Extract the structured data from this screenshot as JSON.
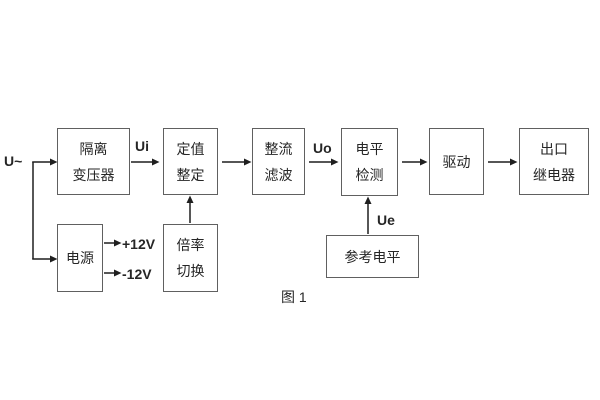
{
  "figure": {
    "caption": "图 1"
  },
  "colors": {
    "background": "#ffffff",
    "box_border": "#606060",
    "wire": "#1f1f1f",
    "text": "#262626"
  },
  "blocks": {
    "isolation_transformer": {
      "lines": [
        "隔离",
        "变压器"
      ]
    },
    "setting_adjust": {
      "lines": [
        "定值",
        "整定"
      ]
    },
    "rectify_filter": {
      "lines": [
        "整流",
        "滤波"
      ]
    },
    "level_detect": {
      "lines": [
        "电平",
        "检测"
      ]
    },
    "drive": {
      "lines": [
        "驱动"
      ]
    },
    "output_relay": {
      "lines": [
        "出口",
        "继电器"
      ]
    },
    "power_supply": {
      "lines": [
        "电源"
      ]
    },
    "ratio_switch": {
      "lines": [
        "倍率",
        "切换"
      ]
    },
    "reference_level": {
      "lines": [
        "参考电平"
      ]
    }
  },
  "labels": {
    "input_voltage": "U~",
    "ui": "Ui",
    "uo": "Uo",
    "ue": "Ue",
    "rail_positive": "+12V",
    "rail_negative": "-12V"
  }
}
